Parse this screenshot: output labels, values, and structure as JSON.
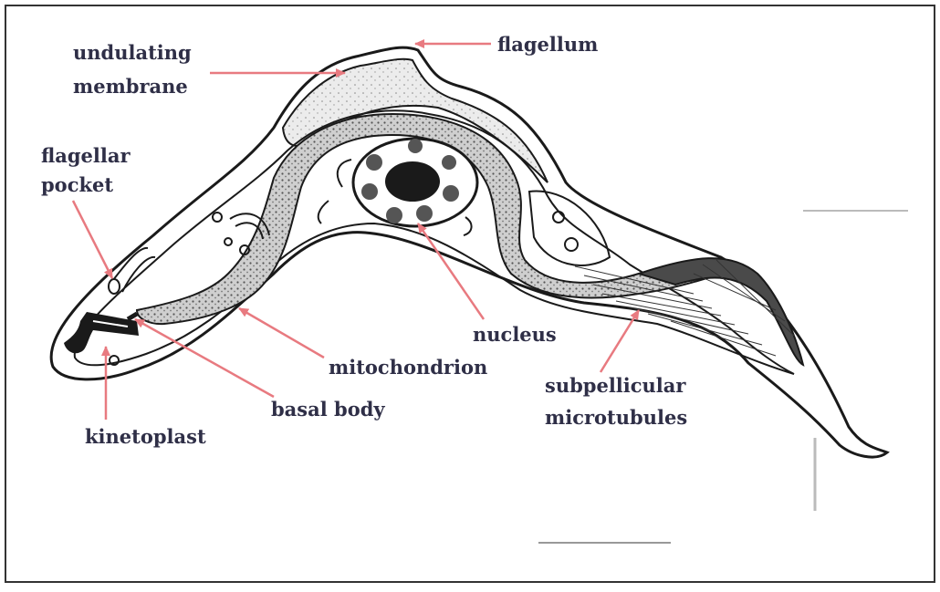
{
  "labels": {
    "undulating_membrane": [
      "undulating",
      "membrane"
    ],
    "flagellum": "flagellum",
    "flagellar_pocket": [
      "flagellar",
      "pocket"
    ],
    "nucleus": "nucleus",
    "mitochondrion": "mitochondrion",
    "basal_body": "basal body",
    "kinetoplast": "kinetoplast",
    "subpellicular_microtubules": [
      "subpellicular",
      "microtubules"
    ]
  },
  "colors": {
    "label_text": "#2f2f47",
    "arrow": "#e87a80",
    "outline": "#1a1a1a",
    "frame": "#333333",
    "background": "#ffffff"
  }
}
